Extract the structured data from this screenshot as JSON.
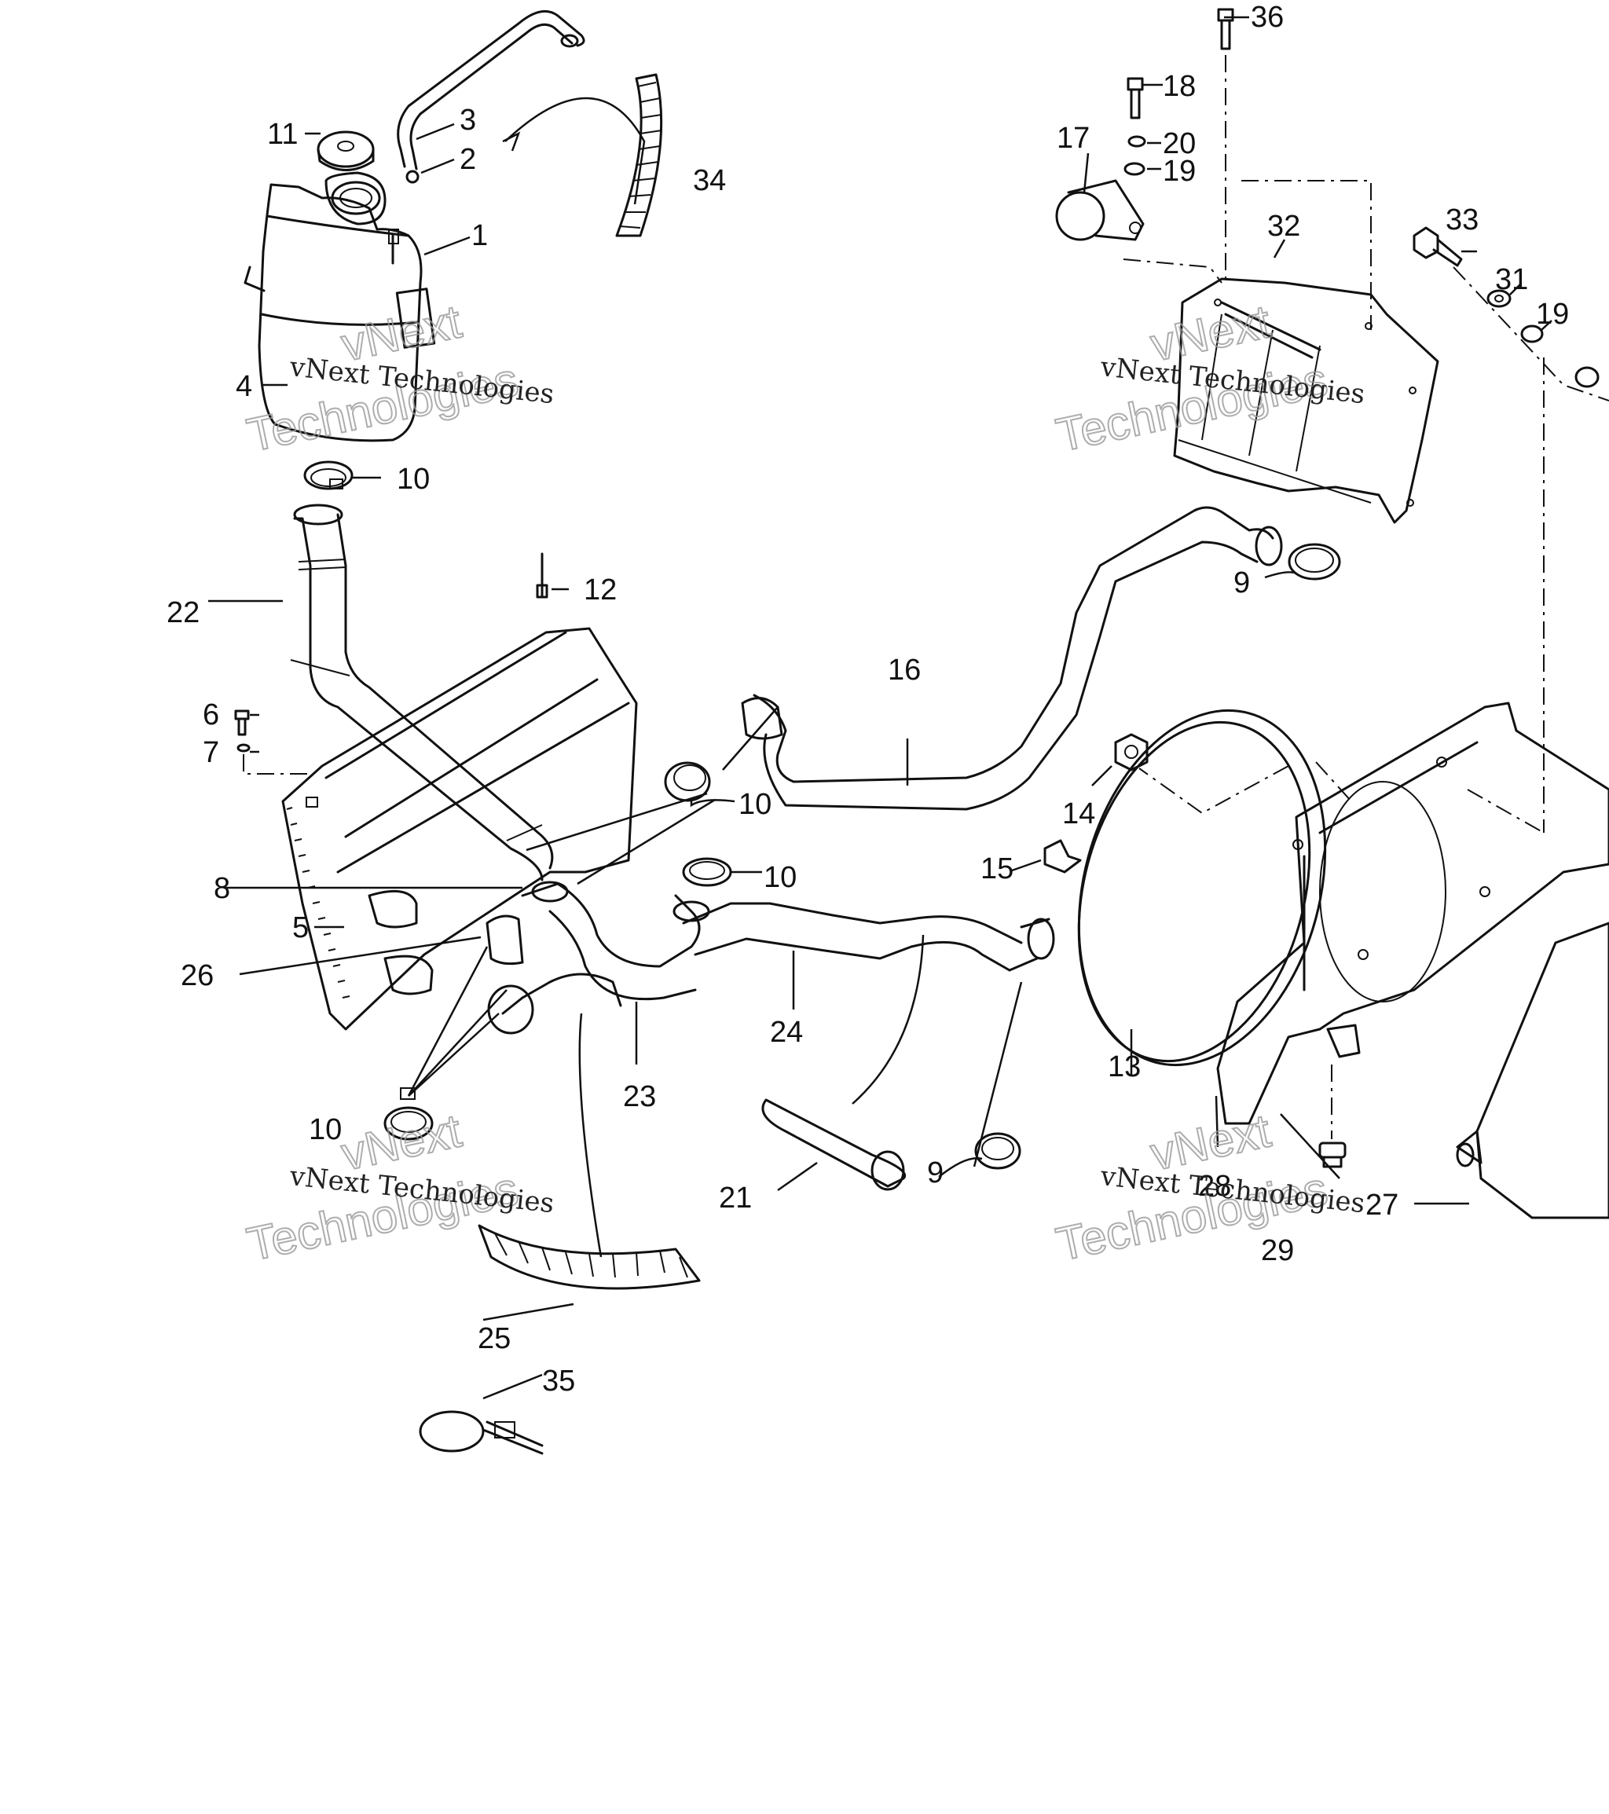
{
  "labels": {
    "l1": "1",
    "l2": "2",
    "l3": "3",
    "l4": "4",
    "l5": "5",
    "l6": "6",
    "l7": "7",
    "l8": "8",
    "l9a": "9",
    "l9b": "9",
    "l10a": "10",
    "l10b": "10",
    "l10c": "10",
    "l10d": "10",
    "l11": "11",
    "l12": "12",
    "l13": "13",
    "l14": "14",
    "l15": "15",
    "l16": "16",
    "l17": "17",
    "l18": "18",
    "l19a": "19",
    "l19b": "19",
    "l20": "20",
    "l21": "21",
    "l22": "22",
    "l23": "23",
    "l24": "24",
    "l25": "25",
    "l26": "26",
    "l27": "27",
    "l28": "28",
    "l29": "29",
    "l31": "31",
    "l32": "32",
    "l33": "33",
    "l34": "34",
    "l35": "35",
    "l36": "36"
  },
  "watermark": {
    "line1": "vNext Technologies",
    "line2a": "vNext",
    "line2b": "Technologies"
  }
}
